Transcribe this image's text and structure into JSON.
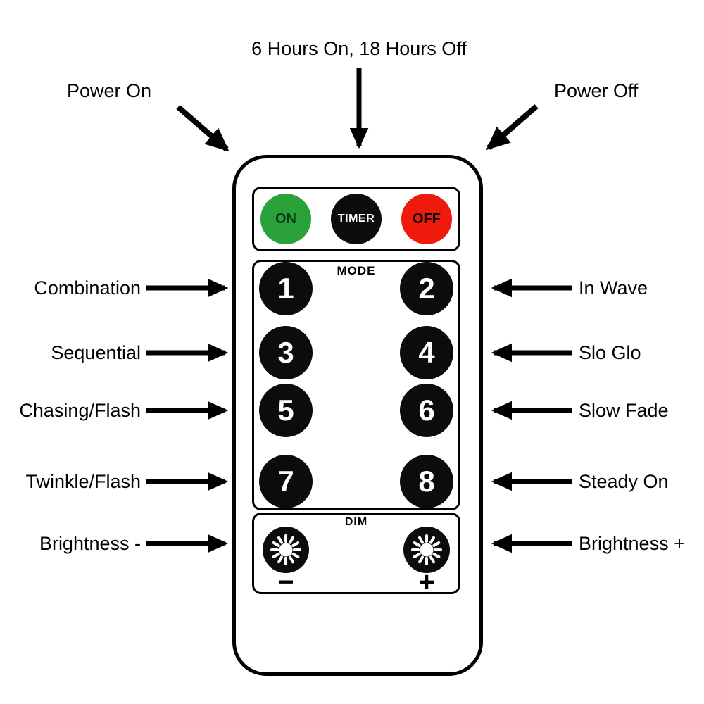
{
  "colors": {
    "on_button": "#2ba13a",
    "off_button": "#ef1a0c",
    "dark_button": "#0c0c0c"
  },
  "remote": {
    "power_row": {
      "on": "ON",
      "timer": "TIMER",
      "off": "OFF"
    },
    "mode": {
      "label": "MODE",
      "buttons": [
        "1",
        "2",
        "3",
        "4",
        "5",
        "6",
        "7",
        "8"
      ]
    },
    "dim": {
      "label": "DIM",
      "minus": "−",
      "plus": "+"
    }
  },
  "annotations": {
    "top": [
      {
        "label": "Power On"
      },
      {
        "label": "6 Hours On, 18 Hours Off"
      },
      {
        "label": "Power Off"
      }
    ],
    "left": [
      {
        "label": "Combination"
      },
      {
        "label": "Sequential"
      },
      {
        "label": "Chasing/Flash"
      },
      {
        "label": "Twinkle/Flash"
      },
      {
        "label": "Brightness -"
      }
    ],
    "right": [
      {
        "label": "In Wave"
      },
      {
        "label": "Slo Glo"
      },
      {
        "label": "Slow Fade"
      },
      {
        "label": "Steady On"
      },
      {
        "label": "Brightness +"
      }
    ]
  }
}
